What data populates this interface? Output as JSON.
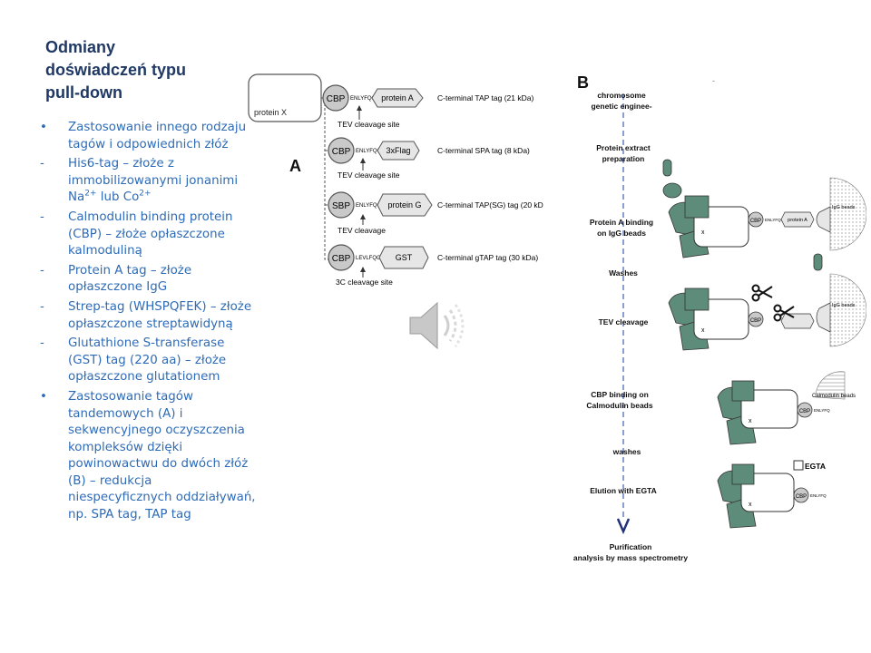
{
  "title_lines": [
    "Odmiany",
    "doświadczeń typu",
    "pull-down"
  ],
  "bullets": [
    {
      "marker": "•",
      "text": "Zastosowanie innego rodzaju tagów i odpowiednich złóż"
    },
    {
      "marker": "-",
      "pre": "His6-tag – złoże z immobilizowanymi jonanimi Na",
      "sup1": "2+",
      "mid": " lub Co",
      "sup2": "2+"
    },
    {
      "marker": "-",
      "text": "Calmodulin binding protein (CBP) – złoże opłaszczone kalmoduliną"
    },
    {
      "marker": "-",
      "text": "Protein A tag – złoże opłaszczone IgG"
    },
    {
      "marker": "-",
      "text": "Strep-tag (WHSPQFEK) – złoże opłaszczone streptawidyną"
    },
    {
      "marker": "-",
      "text": "Glutathione S-transferase (GST) tag (220 aa) – złoże opłaszczone glutationem"
    },
    {
      "marker": "•",
      "text": "Zastosowanie tagów tandemowych (A) i sekwencyjnego oczyszczenia kompleksów dzięki powinowactwu do dwóch złóż (B) – redukcja niespecyficznych oddziaływań, np. SPA tag, TAP tag"
    }
  ],
  "label_a": "A",
  "label_b": "B",
  "diagram_a": {
    "protein_label": "protein X",
    "rows": [
      {
        "bead": "CBP",
        "linker": "ENLYFQG",
        "tag": "protein A",
        "desc": "C-terminal TAP tag (21 kDa)",
        "site": "TEV cleavage site"
      },
      {
        "bead": "CBP",
        "linker": "ENLYFQG",
        "tag": "3xFlag",
        "desc": "C-terminal SPA tag (8 kDa)",
        "site": "TEV cleavage site"
      },
      {
        "bead": "SBP",
        "linker": "ENLYFQG",
        "tag": "protein G",
        "desc": "C-terminal TAP(SG) tag (20 kD",
        "site": "TEV cleavage"
      },
      {
        "bead": "CBP",
        "linker": "LEVLFQGP",
        "tag": "GST",
        "desc": "C-terminal gTAP tag (30 kDa)",
        "site": "3C cleavage site"
      }
    ]
  },
  "diagram_b": {
    "steps": [
      {
        "lines": [
          "chromosome",
          "genetic enginee-"
        ]
      },
      {
        "lines": [
          "Protein extract",
          "preparation"
        ]
      },
      {
        "lines": [
          "Protein A binding",
          "on IgG beads"
        ]
      },
      {
        "lines": [
          "Washes"
        ]
      },
      {
        "lines": [
          "TEV  cleavage"
        ]
      },
      {
        "lines": [
          "CBP binding on",
          "Calmodulin beads"
        ]
      },
      {
        "lines": [
          "washes"
        ]
      },
      {
        "lines": [
          "Elution with EGTA"
        ]
      },
      {
        "lines": [
          "Purification",
          "analysis by mass spectrometry"
        ]
      }
    ],
    "complex_x": "x",
    "cbp": "CBP",
    "linker": "ENLYFQG",
    "protein_a": "protein A",
    "linker_short": "ENLYFQ",
    "igg_beads": "IgG beads",
    "calmodulin_beads": "Calmodulin beads",
    "egta": "EGTA",
    "dash_mark": "-"
  },
  "colors": {
    "title": "#1f3864",
    "bullets": "#2e6bb7",
    "complex": "#5e8c7a",
    "arrow": "#3f5fb5"
  },
  "icons": [
    "speaker-icon",
    "scissors-icon"
  ]
}
